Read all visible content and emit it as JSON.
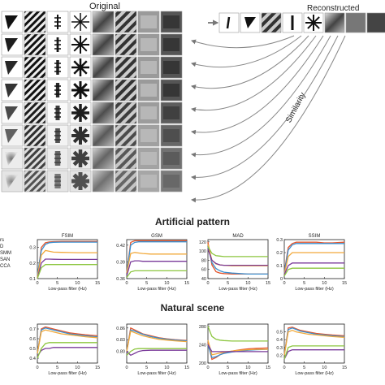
{
  "figure": {
    "top": {
      "original_label": "Original",
      "reconstructed_label": "Reconstructed",
      "similarity_label": "Similarity"
    },
    "artificial_title": "Artificial pattern",
    "natural_title": "Natural scene",
    "legend_fragments": [
      "rs",
      "D",
      "SMM",
      "SAN",
      "CCA"
    ]
  },
  "chart_data": [
    {
      "type": "line",
      "group": "Artificial pattern",
      "title": "FSIM",
      "xlabel": "Low-pass filter (Hz)",
      "ylabel": "",
      "xlim": [
        0,
        15
      ],
      "ylim": [
        0.1,
        0.35
      ],
      "yticks": [
        "0.1",
        "0.2",
        "0.3"
      ],
      "xticks": [
        "0",
        "5",
        "10",
        "15"
      ],
      "grid": false,
      "x": [
        0,
        1,
        2,
        3,
        4,
        6,
        8,
        10,
        12,
        15
      ],
      "series": [
        {
          "color": "#e3542b",
          "values": [
            0.1,
            0.3,
            0.33,
            0.335,
            0.337,
            0.338,
            0.338,
            0.338,
            0.338,
            0.338
          ]
        },
        {
          "color": "#3a8fd0",
          "values": [
            0.12,
            0.28,
            0.32,
            0.33,
            0.333,
            0.334,
            0.334,
            0.334,
            0.334,
            0.334
          ]
        },
        {
          "color": "#f2a93b",
          "values": [
            0.11,
            0.25,
            0.28,
            0.275,
            0.27,
            0.268,
            0.267,
            0.266,
            0.266,
            0.266
          ]
        },
        {
          "color": "#7a3a9a",
          "values": [
            0.1,
            0.2,
            0.225,
            0.225,
            0.224,
            0.223,
            0.223,
            0.223,
            0.223,
            0.223
          ]
        },
        {
          "color": "#8cc63f",
          "values": [
            0.1,
            0.17,
            0.19,
            0.19,
            0.19,
            0.19,
            0.19,
            0.19,
            0.19,
            0.19
          ]
        }
      ]
    },
    {
      "type": "line",
      "group": "Artificial pattern",
      "title": "GSM",
      "xlabel": "Low-pass filter (Hz)",
      "ylabel": "",
      "xlim": [
        0,
        15
      ],
      "ylim": [
        0.36,
        0.43
      ],
      "yticks": [
        "0.36",
        "0.39",
        "0.42"
      ],
      "xticks": [
        "0",
        "5",
        "10",
        "15"
      ],
      "grid": false,
      "x": [
        0,
        1,
        2,
        3,
        4,
        6,
        8,
        10,
        12,
        15
      ],
      "series": [
        {
          "color": "#e3542b",
          "values": [
            0.37,
            0.425,
            0.428,
            0.428,
            0.428,
            0.428,
            0.428,
            0.428,
            0.428,
            0.428
          ]
        },
        {
          "color": "#3a8fd0",
          "values": [
            0.37,
            0.42,
            0.425,
            0.426,
            0.426,
            0.426,
            0.426,
            0.426,
            0.426,
            0.426
          ]
        },
        {
          "color": "#f2a93b",
          "values": [
            0.37,
            0.405,
            0.407,
            0.406,
            0.405,
            0.404,
            0.404,
            0.404,
            0.404,
            0.404
          ]
        },
        {
          "color": "#7a3a9a",
          "values": [
            0.365,
            0.39,
            0.392,
            0.392,
            0.391,
            0.391,
            0.391,
            0.391,
            0.391,
            0.391
          ]
        },
        {
          "color": "#8cc63f",
          "values": [
            0.362,
            0.372,
            0.374,
            0.374,
            0.374,
            0.374,
            0.374,
            0.374,
            0.374,
            0.374
          ]
        }
      ]
    },
    {
      "type": "line",
      "group": "Artificial pattern",
      "title": "MAD",
      "xlabel": "Low-pass filter (Hz)",
      "ylabel": "",
      "xlim": [
        0,
        15
      ],
      "ylim": [
        40,
        125
      ],
      "yticks": [
        "40",
        "60",
        "80",
        "100",
        "120"
      ],
      "xticks": [
        "0",
        "5",
        "10",
        "15"
      ],
      "grid": false,
      "x": [
        0,
        1,
        2,
        3,
        4,
        6,
        8,
        10,
        12,
        15
      ],
      "series": [
        {
          "color": "#e3542b",
          "values": [
            120,
            70,
            55,
            52,
            51,
            50,
            50,
            50,
            50,
            50
          ]
        },
        {
          "color": "#3a8fd0",
          "values": [
            110,
            75,
            62,
            57,
            54,
            52,
            51,
            50,
            50,
            50
          ]
        },
        {
          "color": "#f2a93b",
          "values": [
            115,
            80,
            72,
            70,
            69,
            68,
            68,
            68,
            68,
            68
          ]
        },
        {
          "color": "#7a3a9a",
          "values": [
            105,
            80,
            73,
            70,
            69,
            69,
            69,
            69,
            69,
            69
          ]
        },
        {
          "color": "#8cc63f",
          "values": [
            110,
            95,
            90,
            89,
            88,
            88,
            88,
            88,
            88,
            88
          ]
        }
      ]
    },
    {
      "type": "line",
      "group": "Artificial pattern",
      "title": "SSIM",
      "xlabel": "Low-pass filter (Hz)",
      "ylabel": "",
      "xlim": [
        0,
        15
      ],
      "ylim": [
        0,
        0.3
      ],
      "yticks": [
        "0",
        "0.1",
        "0.2",
        "0.3"
      ],
      "xticks": [
        "0",
        "5",
        "10",
        "15"
      ],
      "grid": false,
      "x": [
        0,
        1,
        2,
        3,
        4,
        6,
        8,
        10,
        12,
        15
      ],
      "series": [
        {
          "color": "#e3542b",
          "values": [
            0.05,
            0.24,
            0.27,
            0.28,
            0.28,
            0.28,
            0.28,
            0.275,
            0.275,
            0.28
          ]
        },
        {
          "color": "#3a8fd0",
          "values": [
            0.04,
            0.22,
            0.26,
            0.27,
            0.27,
            0.27,
            0.27,
            0.27,
            0.27,
            0.27
          ]
        },
        {
          "color": "#f2a93b",
          "values": [
            0.03,
            0.17,
            0.2,
            0.2,
            0.2,
            0.2,
            0.2,
            0.2,
            0.2,
            0.2
          ]
        },
        {
          "color": "#7a3a9a",
          "values": [
            0.03,
            0.1,
            0.12,
            0.12,
            0.12,
            0.12,
            0.12,
            0.12,
            0.12,
            0.12
          ]
        },
        {
          "color": "#8cc63f",
          "values": [
            0.02,
            0.07,
            0.08,
            0.08,
            0.08,
            0.08,
            0.08,
            0.08,
            0.08,
            0.08
          ]
        }
      ]
    },
    {
      "type": "line",
      "group": "Natural scene",
      "title": "",
      "xlabel": "Low-pass filter (Hz)",
      "ylabel": "",
      "xlim": [
        0,
        15
      ],
      "ylim": [
        0.35,
        0.75
      ],
      "yticks": [
        "0.4",
        "0.5",
        "0.6",
        "0.7"
      ],
      "xticks": [
        "0",
        "5",
        "10",
        "15"
      ],
      "grid": false,
      "x": [
        0,
        1,
        2,
        3,
        4,
        6,
        8,
        10,
        12,
        15
      ],
      "series": [
        {
          "color": "#e3542b",
          "values": [
            0.45,
            0.7,
            0.72,
            0.71,
            0.7,
            0.68,
            0.66,
            0.65,
            0.64,
            0.63
          ]
        },
        {
          "color": "#3a8fd0",
          "values": [
            0.45,
            0.69,
            0.71,
            0.7,
            0.69,
            0.67,
            0.65,
            0.64,
            0.63,
            0.62
          ]
        },
        {
          "color": "#f2a93b",
          "values": [
            0.45,
            0.67,
            0.69,
            0.68,
            0.67,
            0.65,
            0.64,
            0.63,
            0.62,
            0.61
          ]
        },
        {
          "color": "#7a3a9a",
          "values": [
            0.42,
            0.48,
            0.5,
            0.5,
            0.51,
            0.51,
            0.51,
            0.51,
            0.51,
            0.51
          ]
        },
        {
          "color": "#8cc63f",
          "values": [
            0.4,
            0.5,
            0.55,
            0.56,
            0.56,
            0.56,
            0.56,
            0.56,
            0.56,
            0.56
          ]
        }
      ]
    },
    {
      "type": "line",
      "group": "Natural scene",
      "title": "",
      "xlabel": "Low-pass filter (Hz)",
      "ylabel": "",
      "xlim": [
        0,
        15
      ],
      "ylim": [
        0.77,
        0.87
      ],
      "yticks": [
        "0.80",
        "0.83",
        "0.86"
      ],
      "xticks": [
        "0",
        "5",
        "10",
        "15"
      ],
      "grid": false,
      "x": [
        0,
        1,
        2,
        3,
        4,
        6,
        8,
        10,
        12,
        15
      ],
      "series": [
        {
          "color": "#e3542b",
          "values": [
            0.8,
            0.86,
            0.855,
            0.85,
            0.845,
            0.84,
            0.835,
            0.832,
            0.83,
            0.828
          ]
        },
        {
          "color": "#3a8fd0",
          "values": [
            0.8,
            0.855,
            0.852,
            0.848,
            0.844,
            0.838,
            0.834,
            0.831,
            0.829,
            0.827
          ]
        },
        {
          "color": "#f2a93b",
          "values": [
            0.8,
            0.852,
            0.848,
            0.844,
            0.84,
            0.835,
            0.831,
            0.829,
            0.827,
            0.825
          ]
        },
        {
          "color": "#7a3a9a",
          "values": [
            0.8,
            0.79,
            0.795,
            0.8,
            0.802,
            0.803,
            0.803,
            0.803,
            0.803,
            0.803
          ]
        },
        {
          "color": "#8cc63f",
          "values": [
            0.79,
            0.8,
            0.806,
            0.807,
            0.807,
            0.807,
            0.807,
            0.807,
            0.807,
            0.807
          ]
        }
      ]
    },
    {
      "type": "line",
      "group": "Natural scene",
      "title": "",
      "xlabel": "Low-pass filter (Hz)",
      "ylabel": "",
      "xlim": [
        0,
        15
      ],
      "ylim": [
        200,
        285
      ],
      "yticks": [
        "200",
        "240",
        "280"
      ],
      "xticks": [
        "0",
        "5",
        "10",
        "15"
      ],
      "grid": false,
      "x": [
        0,
        1,
        2,
        3,
        4,
        6,
        8,
        10,
        12,
        15
      ],
      "series": [
        {
          "color": "#e3542b",
          "values": [
            245,
            208,
            212,
            218,
            222,
            226,
            229,
            231,
            232,
            233
          ]
        },
        {
          "color": "#3a8fd0",
          "values": [
            240,
            212,
            214,
            218,
            221,
            224,
            226,
            228,
            229,
            230
          ]
        },
        {
          "color": "#f2a93b",
          "values": [
            250,
            218,
            220,
            222,
            224,
            226,
            228,
            229,
            230,
            230
          ]
        },
        {
          "color": "#7a3a9a",
          "values": [
            240,
            225,
            225,
            225,
            225,
            225,
            225,
            225,
            225,
            225
          ]
        },
        {
          "color": "#8cc63f",
          "values": [
            280,
            258,
            252,
            250,
            249,
            248,
            248,
            248,
            248,
            248
          ]
        }
      ]
    },
    {
      "type": "line",
      "group": "Natural scene",
      "title": "",
      "xlabel": "Low-pass filter (Hz)",
      "ylabel": "",
      "xlim": [
        0,
        15
      ],
      "ylim": [
        0.1,
        0.6
      ],
      "yticks": [
        "0.2",
        "0.3",
        "0.4",
        "0.5"
      ],
      "xticks": [
        "0",
        "5",
        "10",
        "15"
      ],
      "grid": false,
      "x": [
        0,
        1,
        2,
        3,
        4,
        6,
        8,
        10,
        12,
        15
      ],
      "series": [
        {
          "color": "#e3542b",
          "values": [
            0.2,
            0.55,
            0.56,
            0.54,
            0.52,
            0.5,
            0.48,
            0.47,
            0.46,
            0.45
          ]
        },
        {
          "color": "#3a8fd0",
          "values": [
            0.2,
            0.53,
            0.55,
            0.53,
            0.51,
            0.49,
            0.47,
            0.46,
            0.45,
            0.44
          ]
        },
        {
          "color": "#f2a93b",
          "values": [
            0.2,
            0.5,
            0.52,
            0.5,
            0.49,
            0.47,
            0.46,
            0.45,
            0.44,
            0.43
          ]
        },
        {
          "color": "#7a3a9a",
          "values": [
            0.15,
            0.25,
            0.27,
            0.27,
            0.27,
            0.27,
            0.27,
            0.27,
            0.27,
            0.27
          ]
        },
        {
          "color": "#8cc63f",
          "values": [
            0.15,
            0.3,
            0.32,
            0.32,
            0.32,
            0.32,
            0.32,
            0.32,
            0.32,
            0.32
          ]
        }
      ]
    }
  ]
}
